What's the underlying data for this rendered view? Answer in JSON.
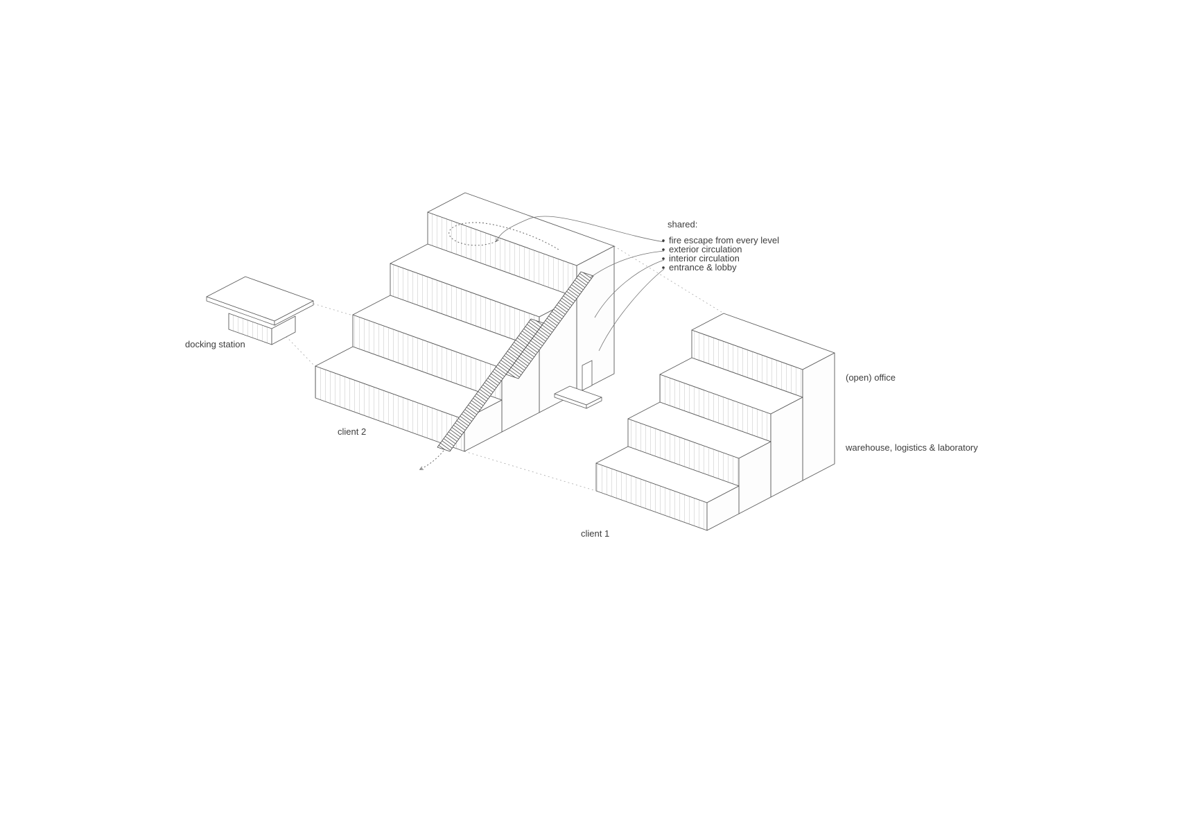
{
  "diagram": {
    "annotations": {
      "shared_title": "shared:",
      "shared_items": [
        "fire escape from every level",
        "exterior circulation",
        "interior circulation",
        "entrance & lobby"
      ]
    },
    "labels": {
      "docking_station": "docking station",
      "client_2": "client 2",
      "client_1": "client 1",
      "open_office": "(open) office",
      "warehouse": "warehouse, logistics & laboratory"
    },
    "colors": {
      "background": "#ffffff",
      "line": "#5a5a5a",
      "panel_line": "#c8c8c8",
      "text": "#3c3c3c"
    }
  }
}
